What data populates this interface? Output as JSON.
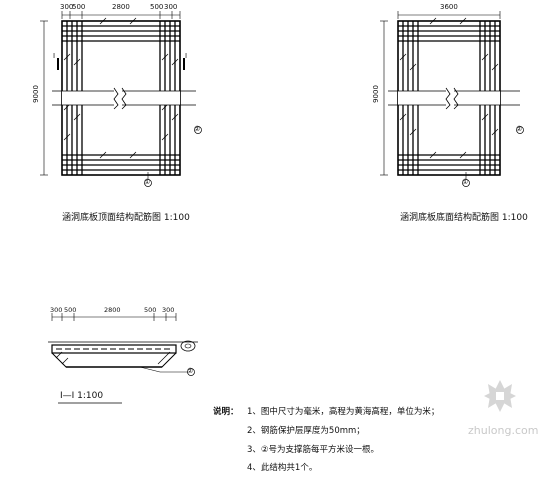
{
  "plan_left": {
    "caption": "涵洞底板顶面结构配筋图 1:100",
    "dim_top": [
      "300",
      "500",
      "2800",
      "500",
      "300"
    ],
    "dim_side": "9000",
    "section_mark": "I",
    "callouts": [
      "①",
      "②"
    ]
  },
  "plan_right": {
    "caption": "涵洞底板底面结构配筋图 1:100",
    "dim_top": "3600",
    "dim_side": "9000",
    "callouts": [
      "①",
      "②"
    ]
  },
  "section": {
    "dim_top": [
      "300",
      "500",
      "2800",
      "500",
      "300"
    ],
    "caption": "I—I 1:100",
    "callout": "②"
  },
  "notes": {
    "heading": "说明：",
    "items": [
      "1、图中尺寸为毫米，高程为黄海高程，单位为米；",
      "2、钢筋保护层厚度为50mm；",
      "3、②号为支撑筋每平方米设一根。",
      "4、此结构共1个。"
    ]
  },
  "watermark": "zhulong.com"
}
